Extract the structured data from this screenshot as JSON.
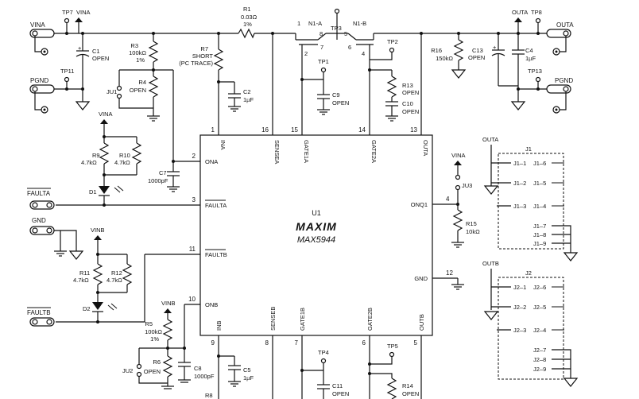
{
  "ic": {
    "ref": "U1",
    "brand": "MAXIM",
    "part": "MAX5944",
    "pins": {
      "p1": {
        "num": "1",
        "name": "INA"
      },
      "p16": {
        "num": "16",
        "name": "SENSEA"
      },
      "p15": {
        "num": "15",
        "name": "GATE1A"
      },
      "p14": {
        "num": "14",
        "name": "GATE2A"
      },
      "p13": {
        "num": "13",
        "name": "OUTA"
      },
      "p2": {
        "num": "2",
        "name": "ONA"
      },
      "p3": {
        "num": "3",
        "name": "FAULTA"
      },
      "p11": {
        "num": "11",
        "name": "FAULTB"
      },
      "p10": {
        "num": "10",
        "name": "ONB"
      },
      "p4": {
        "num": "4",
        "name": "ONQ1"
      },
      "p12": {
        "num": "12",
        "name": "GND"
      },
      "p9": {
        "num": "9",
        "name": "INB"
      },
      "p8": {
        "num": "8",
        "name": "SENSEB"
      },
      "p7": {
        "num": "7",
        "name": "GATE1B"
      },
      "p6": {
        "num": "6",
        "name": "GATE2B"
      },
      "p5": {
        "num": "5",
        "name": "OUTB"
      }
    }
  },
  "nets": {
    "vina": "VINA",
    "vinb": "VINB",
    "outa": "OUTA",
    "outb": "OUTB",
    "pgnd": "PGND",
    "gnd": "GND",
    "faulta": "FAULTA",
    "faultb": "FAULTB"
  },
  "testpoints": {
    "tp7": "TP7",
    "tp11": "TP11",
    "tp3": "TP3",
    "tp1": "TP1",
    "tp2": "TP2",
    "tp8": "TP8",
    "tp13": "TP13",
    "tp4": "TP4",
    "tp5": "TP5"
  },
  "mosfets": {
    "n1a": {
      "ref": "N1-A",
      "pins": [
        "1",
        "2",
        "7",
        "8"
      ]
    },
    "n1b": {
      "ref": "N1-B",
      "pins": [
        "5",
        "6",
        "4"
      ]
    }
  },
  "parts": {
    "r1": {
      "ref": "R1",
      "value": "0.03Ω",
      "tol": "1%"
    },
    "r3": {
      "ref": "R3",
      "value": "100kΩ",
      "tol": "1%"
    },
    "r4": {
      "ref": "R4",
      "value": "OPEN"
    },
    "r7": {
      "ref": "R7",
      "value": "SHORT",
      "note": "(PC TRACE)"
    },
    "r9": {
      "ref": "R9",
      "value": "4.7kΩ"
    },
    "r10": {
      "ref": "R10",
      "value": "4.7kΩ"
    },
    "r11": {
      "ref": "R11",
      "value": "4.7kΩ"
    },
    "r12": {
      "ref": "R12",
      "value": "4.7kΩ"
    },
    "r5": {
      "ref": "R5",
      "value": "100kΩ",
      "tol": "1%"
    },
    "r6": {
      "ref": "R6",
      "value": "OPEN"
    },
    "r8": {
      "ref": "R8"
    },
    "r13": {
      "ref": "R13",
      "value": "OPEN"
    },
    "r14": {
      "ref": "R14",
      "value": "OPEN"
    },
    "r15": {
      "ref": "R15",
      "value": "10kΩ"
    },
    "r16": {
      "ref": "R16",
      "value": "150kΩ"
    },
    "c1": {
      "ref": "C1",
      "value": "OPEN"
    },
    "c2": {
      "ref": "C2",
      "value": "1µF"
    },
    "c4": {
      "ref": "C4",
      "value": "1µF"
    },
    "c5": {
      "ref": "C5",
      "value": "1µF"
    },
    "c7": {
      "ref": "C7",
      "value": "1000pF"
    },
    "c8": {
      "ref": "C8",
      "value": "1000pF"
    },
    "c9": {
      "ref": "C9",
      "value": "OPEN"
    },
    "c10": {
      "ref": "C10",
      "value": "OPEN"
    },
    "c11": {
      "ref": "C11",
      "value": "OPEN"
    },
    "c13": {
      "ref": "C13",
      "value": "OPEN"
    },
    "d1": {
      "ref": "D1"
    },
    "d2": {
      "ref": "D2"
    },
    "ju1": {
      "ref": "JU1"
    },
    "ju2": {
      "ref": "JU2"
    },
    "ju3": {
      "ref": "JU3"
    }
  },
  "connectors": {
    "j1": {
      "ref": "J1",
      "pins": [
        "J1–1",
        "J1–2",
        "J1–3",
        "J1–4",
        "J1–5",
        "J1–6",
        "J1–7",
        "J1–8",
        "J1–9"
      ]
    },
    "j2": {
      "ref": "J2",
      "pins": [
        "J2–1",
        "J2–2",
        "J2–3",
        "J2–4",
        "J2–5",
        "J2–6",
        "J2–7",
        "J2–8",
        "J2–9"
      ]
    }
  }
}
